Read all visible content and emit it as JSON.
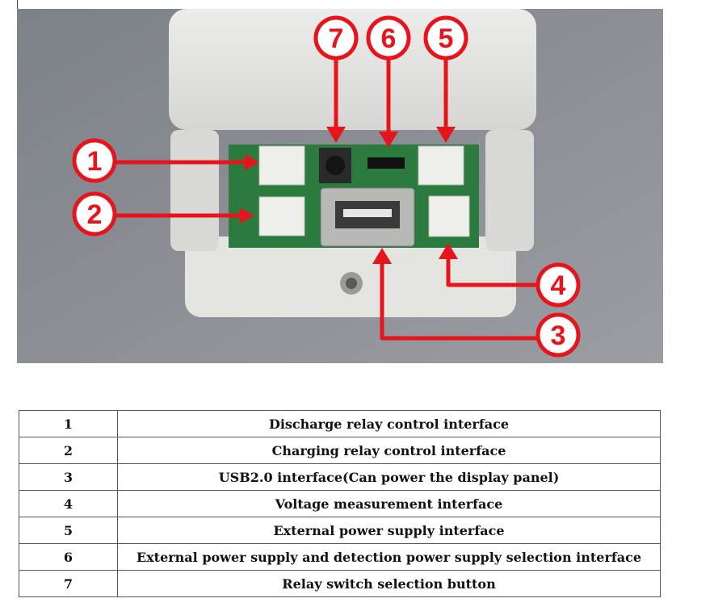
{
  "photo": {
    "callouts": [
      {
        "label": "1"
      },
      {
        "label": "2"
      },
      {
        "label": "3"
      },
      {
        "label": "4"
      },
      {
        "label": "5"
      },
      {
        "label": "6"
      },
      {
        "label": "7"
      }
    ],
    "callout_color": "#e8141c"
  },
  "table": {
    "rows": [
      {
        "num": "1",
        "desc": "Discharge relay control interface"
      },
      {
        "num": "2",
        "desc": "Charging relay control interface"
      },
      {
        "num": "3",
        "desc": "USB2.0 interface(Can power the display panel)"
      },
      {
        "num": "4",
        "desc": "Voltage measurement interface"
      },
      {
        "num": "5",
        "desc": "External power supply interface"
      },
      {
        "num": "6",
        "desc": "External power supply and detection power supply selection interface"
      },
      {
        "num": "7",
        "desc": "Relay switch selection button"
      }
    ]
  }
}
